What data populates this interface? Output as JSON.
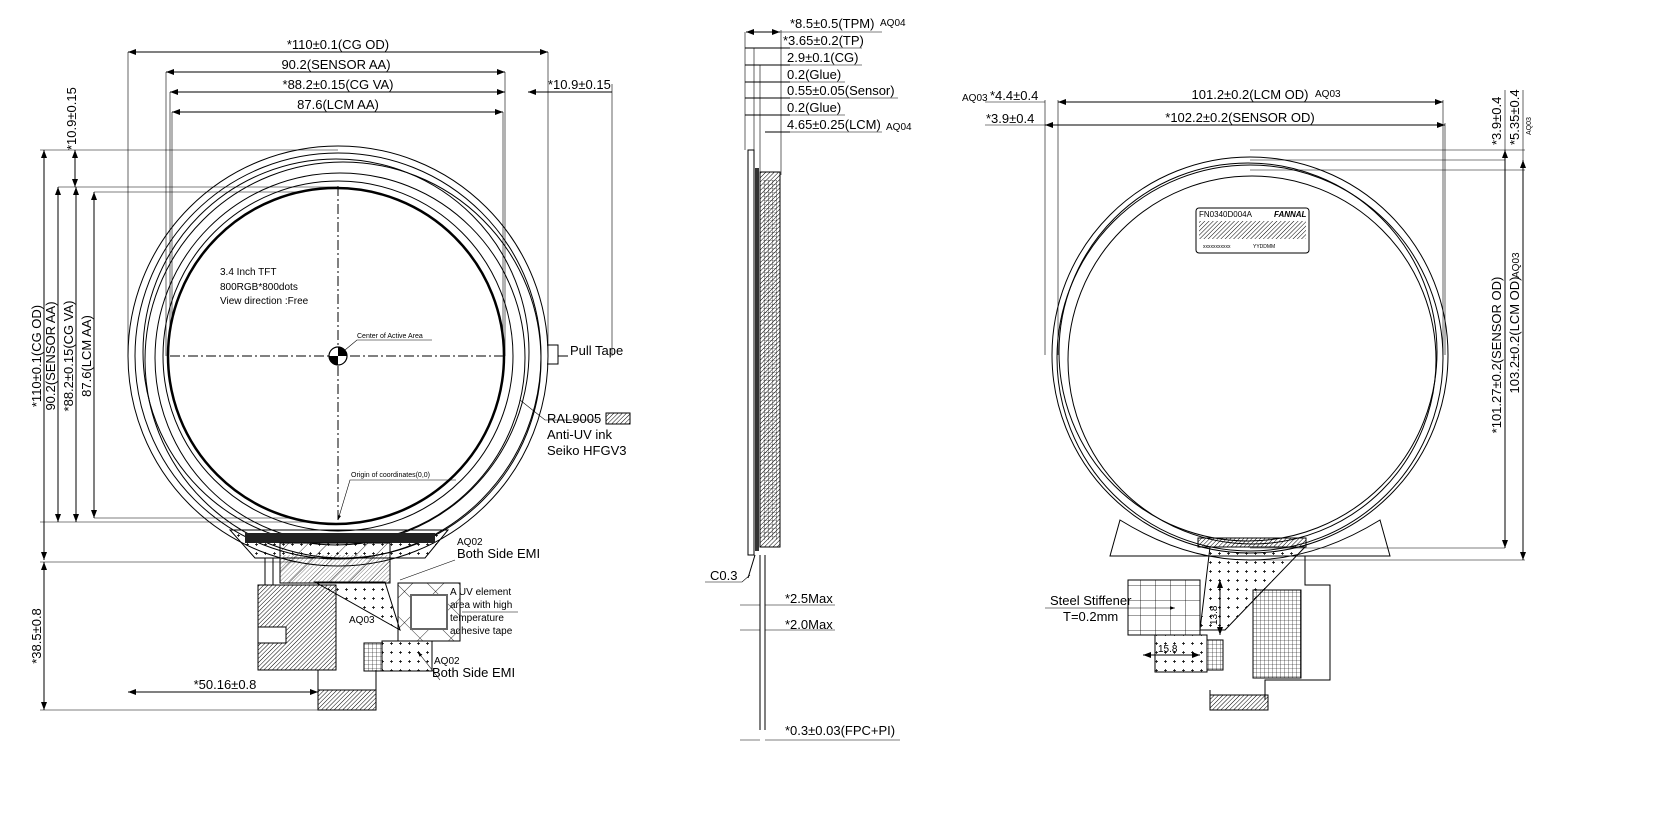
{
  "front_view": {
    "dims_top": {
      "cg_od": "*110±0.1(CG OD)",
      "sensor_aa": "90.2(SENSOR AA)",
      "cg_va": "*88.2±0.15(CG VA)",
      "lcm_aa": "87.6(LCM AA)",
      "offset_right": "*10.9±0.15"
    },
    "dims_left": {
      "offset_top": "*10.9±0.15",
      "cg_od": "*110±0.1(CG OD)",
      "sensor_aa": "90.2(SENSOR AA)",
      "cg_va": "*88.2±0.15(CG VA)",
      "lcm_aa": "87.6(LCM AA)",
      "fpc_length": "*38.5±0.8"
    },
    "dim_bottom": "*50.16±0.8",
    "spec": [
      "3.4 Inch TFT",
      "800RGB*800dots",
      "View direction :Free"
    ],
    "center_label": "Center of Active Area",
    "origin_label": "Origin of coordinates(0,0)",
    "pull_tape": "Pull Tape",
    "ink": [
      "RAL9005",
      "Anti-UV ink",
      "Seiko HFGV3"
    ],
    "emi_top": {
      "rev": "AQ02",
      "label": "Both Side EMI"
    },
    "emi_bottom": {
      "rev": "AQ02",
      "label": "Both Side EMI"
    },
    "aq03": "AQ03",
    "uv_note": [
      "A UV element",
      "area with high",
      "temperature",
      "adhesive tape"
    ]
  },
  "side_view": {
    "stack": [
      {
        "label": "*8.5±0.5(TPM)",
        "rev": "AQ04"
      },
      {
        "label": "*3.65±0.2(TP)",
        "rev": ""
      },
      {
        "label": "2.9±0.1(CG)",
        "rev": ""
      },
      {
        "label": "0.2(Glue)",
        "rev": ""
      },
      {
        "label": "0.55±0.05(Sensor)",
        "rev": ""
      },
      {
        "label": "0.2(Glue)",
        "rev": ""
      },
      {
        "label": "4.65±0.25(LCM)",
        "rev": "AQ04"
      }
    ],
    "chamfer": "C0.3",
    "max1": "*2.5Max",
    "max2": "*2.0Max",
    "fpc_thickness": "*0.3±0.03(FPC+PI)"
  },
  "back_view": {
    "dims_top": {
      "rev_left": "AQ03",
      "offset1": "*4.4±0.4",
      "lcm_od": "101.2±0.2(LCM OD)",
      "rev_lcm": "AQ03",
      "offset2": "*3.9±0.4",
      "sensor_od": "*102.2±0.2(SENSOR OD)"
    },
    "dims_right": {
      "offset1": "*3.9±0.4",
      "offset2": "*5.35±0.4",
      "rev_offset2": "AQ03",
      "sensor_od": "*101.27±0.2(SENSOR OD)",
      "lcm_od": "103.2±0.2(LCM OD)",
      "rev_lcm": "AQ03"
    },
    "label": {
      "part_no": "FN0340D004A",
      "brand": "FANNAL",
      "serial": "xxxxxxxxxxx",
      "date": "YYDDMM"
    },
    "stiffener": [
      "Steel Stiffener",
      "T=0.2mm"
    ],
    "dim_w": "15.8",
    "dim_h": "13.8"
  }
}
